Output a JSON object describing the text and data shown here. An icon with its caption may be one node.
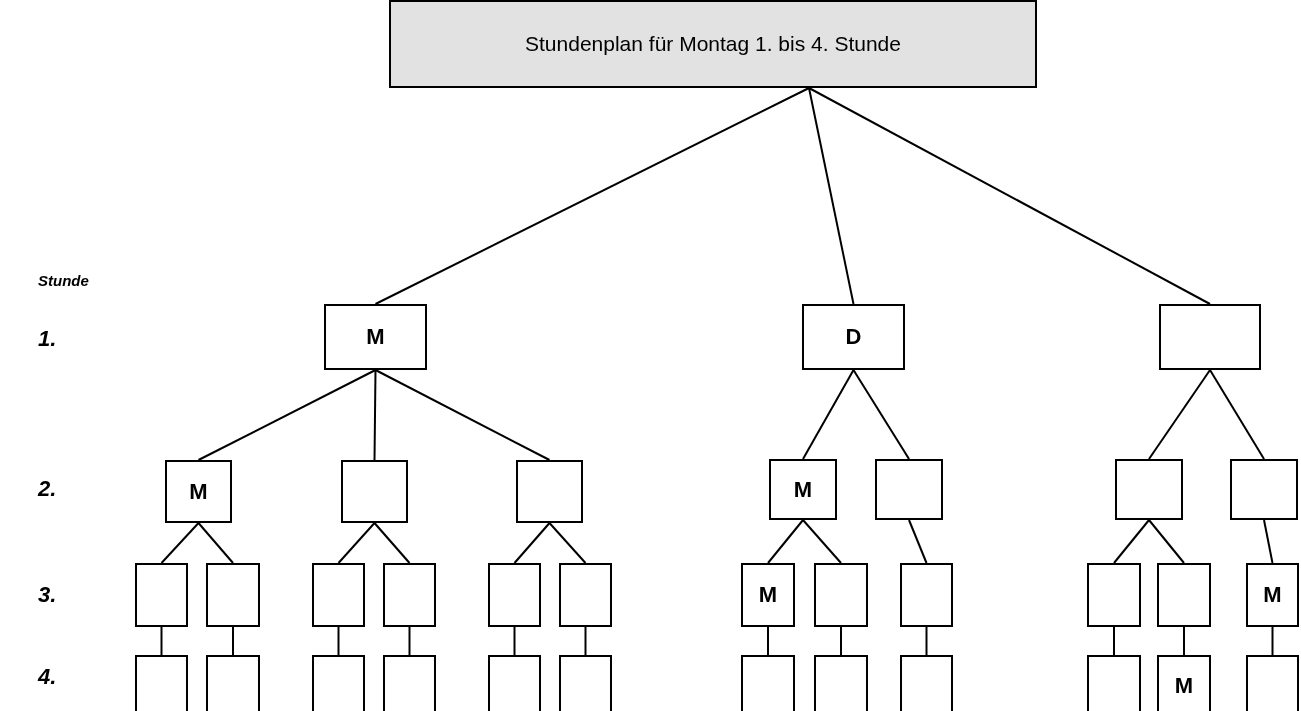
{
  "diagram": {
    "nodes": [
      {
        "text": [
          "Stundenplan für Montag 1. bis 4. Stunde"
        ]
      },
      {
        "text": [
          "M"
        ]
      },
      {
        "text": [
          "D"
        ]
      },
      {
        "text": [],
        "shape": "box"
      },
      {
        "text": [
          "M"
        ]
      },
      {
        "text": [],
        "shape": "box"
      },
      {
        "text": [],
        "shape": "box"
      },
      {
        "text": [
          "M"
        ]
      },
      {
        "text": [],
        "shape": "box"
      },
      {
        "text": [],
        "shape": "box"
      },
      {
        "text": [],
        "shape": "box"
      },
      {
        "text": [],
        "shape": "box"
      },
      {
        "text": [],
        "shape": "box"
      },
      {
        "text": [],
        "shape": "box"
      },
      {
        "text": [],
        "shape": "box"
      },
      {
        "text": [],
        "shape": "box"
      },
      {
        "text": [],
        "shape": "box"
      },
      {
        "text": [
          "M"
        ]
      },
      {
        "text": [],
        "shape": "box"
      },
      {
        "text": [],
        "shape": "box"
      },
      {
        "text": [],
        "shape": "box"
      },
      {
        "text": [],
        "shape": "box"
      },
      {
        "text": [
          "M"
        ]
      },
      {
        "text": [],
        "shape": "box"
      },
      {
        "text": [],
        "shape": "box"
      },
      {
        "text": [],
        "shape": "box"
      },
      {
        "text": [],
        "shape": "box"
      },
      {
        "text": [],
        "shape": "box"
      },
      {
        "text": [],
        "shape": "box"
      },
      {
        "text": [],
        "shape": "box"
      },
      {
        "text": [],
        "shape": "box"
      },
      {
        "text": [],
        "shape": "box"
      },
      {
        "text": [],
        "shape": "box"
      },
      {
        "text": [
          "M"
        ]
      },
      {
        "text": [],
        "shape": "box"
      }
    ],
    "edges": [
      {
        "from": 0,
        "to": 1,
        "arrow": "none"
      },
      {
        "from": 0,
        "to": 2,
        "arrow": "none"
      },
      {
        "from": 0,
        "to": 3,
        "arrow": "none"
      },
      {
        "from": 1,
        "to": 4,
        "arrow": "none"
      },
      {
        "from": 1,
        "to": 5,
        "arrow": "none"
      },
      {
        "from": 1,
        "to": 6,
        "arrow": "none"
      },
      {
        "from": 2,
        "to": 7,
        "arrow": "none"
      },
      {
        "from": 2,
        "to": 8,
        "arrow": "none"
      },
      {
        "from": 3,
        "to": 9,
        "arrow": "none"
      },
      {
        "from": 3,
        "to": 10,
        "arrow": "none"
      },
      {
        "from": 4,
        "to": 11,
        "arrow": "none"
      },
      {
        "from": 4,
        "to": 12,
        "arrow": "none"
      },
      {
        "from": 5,
        "to": 13,
        "arrow": "none"
      },
      {
        "from": 5,
        "to": 14,
        "arrow": "none"
      },
      {
        "from": 6,
        "to": 15,
        "arrow": "none"
      },
      {
        "from": 6,
        "to": 16,
        "arrow": "none"
      },
      {
        "from": 7,
        "to": 17,
        "arrow": "none"
      },
      {
        "from": 7,
        "to": 18,
        "arrow": "none"
      },
      {
        "from": 8,
        "to": 19,
        "arrow": "none"
      },
      {
        "from": 9,
        "to": 20,
        "arrow": "none"
      },
      {
        "from": 9,
        "to": 21,
        "arrow": "none"
      },
      {
        "from": 10,
        "to": 22,
        "arrow": "none"
      },
      {
        "from": 11,
        "to": 23,
        "arrow": "none"
      },
      {
        "from": 12,
        "to": 24,
        "arrow": "none"
      },
      {
        "from": 13,
        "to": 25,
        "arrow": "none"
      },
      {
        "from": 14,
        "to": 26,
        "arrow": "none"
      },
      {
        "from": 15,
        "to": 27,
        "arrow": "none"
      },
      {
        "from": 16,
        "to": 28,
        "arrow": "none"
      },
      {
        "from": 17,
        "to": 29,
        "arrow": "none"
      },
      {
        "from": 18,
        "to": 30,
        "arrow": "none"
      },
      {
        "from": 19,
        "to": 31,
        "arrow": "none"
      },
      {
        "from": 20,
        "to": 32,
        "arrow": "none"
      },
      {
        "from": 21,
        "to": 33,
        "arrow": "none"
      },
      {
        "from": 22,
        "to": 34,
        "arrow": "none"
      }
    ],
    "labels": [
      "Stunde",
      "1.",
      "2.",
      "3.",
      "4."
    ]
  }
}
